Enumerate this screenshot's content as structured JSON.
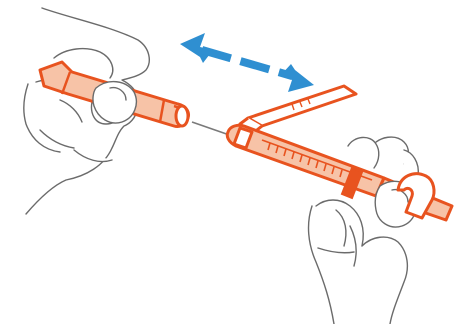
{
  "colors": {
    "syringe_orange": "#e8531f",
    "syringe_inner": "#f7c3a7",
    "cap_outline": "#e8531f",
    "hand_outline": "#6b6b6b",
    "needle_gray": "#7a7a7a",
    "arrow_blue": "#2f8fd1",
    "background": "#ffffff"
  },
  "illustration": {
    "left_hand": "hand-holding-needle-cap",
    "right_hand": "hand-holding-syringe",
    "motion_indicator": "double-headed-dashed-arrow"
  }
}
